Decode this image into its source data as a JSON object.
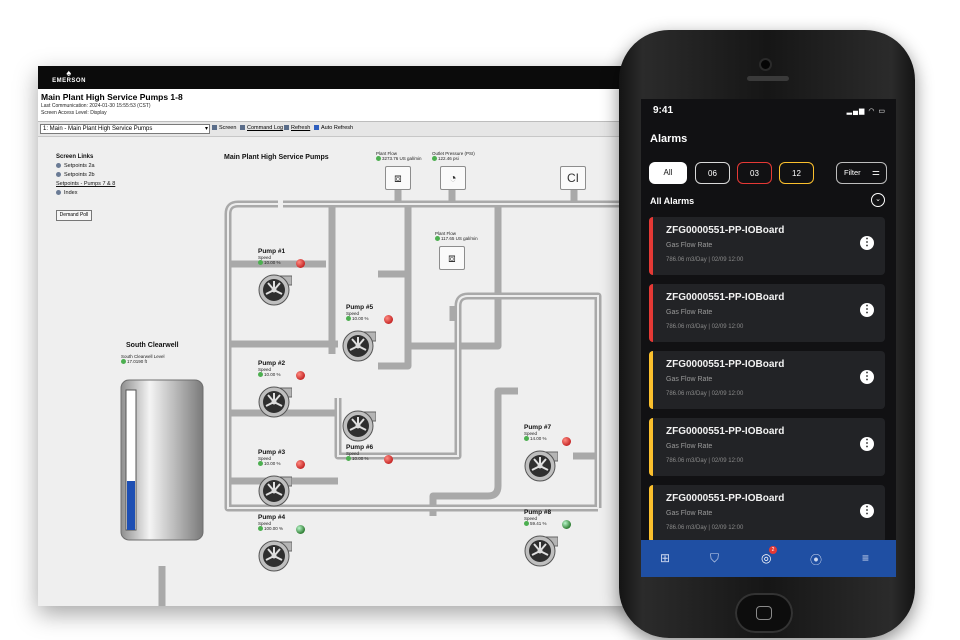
{
  "desktop": {
    "brand": "EMERSON",
    "title": "Main Plant High Service Pumps 1-8",
    "last_comm": "Last Communication: 2024-01-30 15:55:53 (CST)",
    "access": "Screen Access Level: Display",
    "screen_select": "1: Main - Main Plant High Service Pumps",
    "toolbar": {
      "screen": "Screen",
      "command_log": "Command Log",
      "refresh": "Refresh",
      "auto_refresh": "Auto Refresh"
    },
    "screen_links": {
      "heading": "Screen Links",
      "items": [
        "Setpoints 2a",
        "Setpoints 2b",
        "Setpoints - Pumps 7 & 8",
        "Index"
      ],
      "poll_button": "Demand Poll"
    },
    "section_title": "Main Plant High Service Pumps",
    "instruments": {
      "flow_label": "Plant Flow",
      "flow_value": "3273.76 US gal/min",
      "outlet_label": "Outlet Pressure (PSI)",
      "outlet_value": "122.46 psi",
      "ci_label": "CI",
      "mid_flow_label": "Plant Flow",
      "mid_flow_value": "117.65 US gal/min"
    },
    "pumps": [
      {
        "name": "Pump #1",
        "speed_label": "Speed",
        "speed": "10.00 %",
        "status": "red"
      },
      {
        "name": "Pump #2",
        "speed_label": "Speed",
        "speed": "10.00 %",
        "status": "red"
      },
      {
        "name": "Pump #3",
        "speed_label": "Speed",
        "speed": "10.00 %",
        "status": "red"
      },
      {
        "name": "Pump #4",
        "speed_label": "Speed",
        "speed": "100.00 %",
        "status": "green"
      },
      {
        "name": "Pump #5",
        "speed_label": "Speed",
        "speed": "10.00 %",
        "status": "red"
      },
      {
        "name": "Pump #6",
        "speed_label": "Speed",
        "speed": "10.00 %",
        "status": "red"
      },
      {
        "name": "Pump #7",
        "speed_label": "Speed",
        "speed": "14.00 %",
        "status": "red"
      },
      {
        "name": "Pump #8",
        "speed_label": "Speed",
        "speed": "59.41 %",
        "status": "green"
      }
    ],
    "tank": {
      "name": "South Clearwell",
      "level_label": "South Clearwell Level",
      "level_value": "17.0190 ft",
      "level_fraction": 0.35
    }
  },
  "phone": {
    "time": "9:41",
    "status_icons": "▂▄▆ ◠ ▭",
    "title": "Alarms",
    "filters": [
      {
        "label": "All",
        "active": true
      },
      {
        "label": "06",
        "color": "#d9d9d9"
      },
      {
        "label": "03",
        "color": "#e53935"
      },
      {
        "label": "12",
        "color": "#fbc02d"
      }
    ],
    "filter_button": "Filter",
    "list_title": "All Alarms",
    "alarms": [
      {
        "title": "ZFG0000551-PP-IOBoard",
        "sub": "Gas Flow Rate",
        "meta": "786.06 m3/Day  |  02/09 12:00",
        "color": "#e53935"
      },
      {
        "title": "ZFG0000551-PP-IOBoard",
        "sub": "Gas Flow Rate",
        "meta": "786.06 m3/Day  |  02/09 12:00",
        "color": "#e53935"
      },
      {
        "title": "ZFG0000551-PP-IOBoard",
        "sub": "Gas Flow Rate",
        "meta": "786.06 m3/Day  |  02/09 12:00",
        "color": "#fbc02d"
      },
      {
        "title": "ZFG0000551-PP-IOBoard",
        "sub": "Gas Flow Rate",
        "meta": "786.06 m3/Day  |  02/09 12:00",
        "color": "#fbc02d"
      },
      {
        "title": "ZFG0000551-PP-IOBoard",
        "sub": "Gas Flow Rate",
        "meta": "786.06 m3/Day  |  02/09 12:00",
        "color": "#fbc02d"
      }
    ],
    "nav": {
      "badge": "2",
      "icons": [
        "grid-icon",
        "location-shield-icon",
        "alarm-icon",
        "signal-icon",
        "menu-icon"
      ]
    }
  }
}
